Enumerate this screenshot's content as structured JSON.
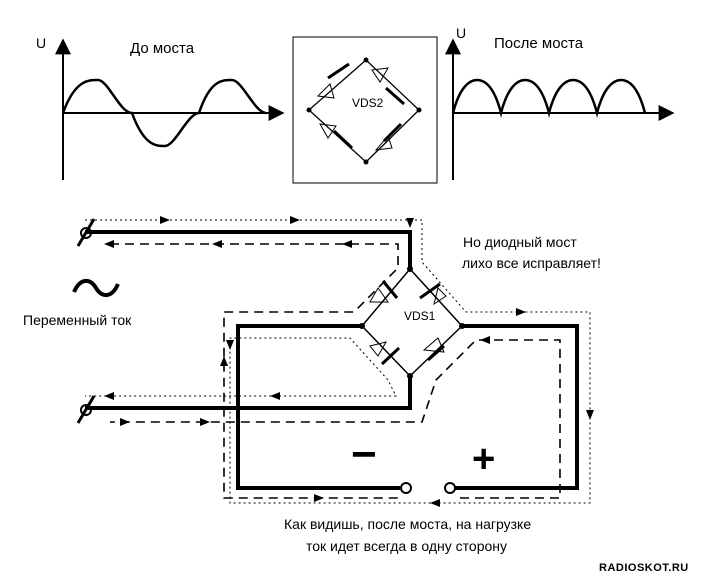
{
  "graph_left": {
    "axis_label": "U",
    "title": "До моста"
  },
  "graph_right": {
    "axis_label": "U",
    "title": "После моста"
  },
  "bridge_top": {
    "label": "VDS2"
  },
  "bridge_main": {
    "label": "VDS1"
  },
  "notes": {
    "fix_line1": "Но диодный мост",
    "fix_line2": "лихо все исправляет!",
    "ac_label": "Переменный ток",
    "result_line1": "Как видишь, после моста, на нагрузке",
    "result_line2": "ток идет всегда в одну сторону"
  },
  "signs": {
    "minus": "−",
    "plus": "+"
  },
  "watermark": "RADIOSKOT.RU"
}
